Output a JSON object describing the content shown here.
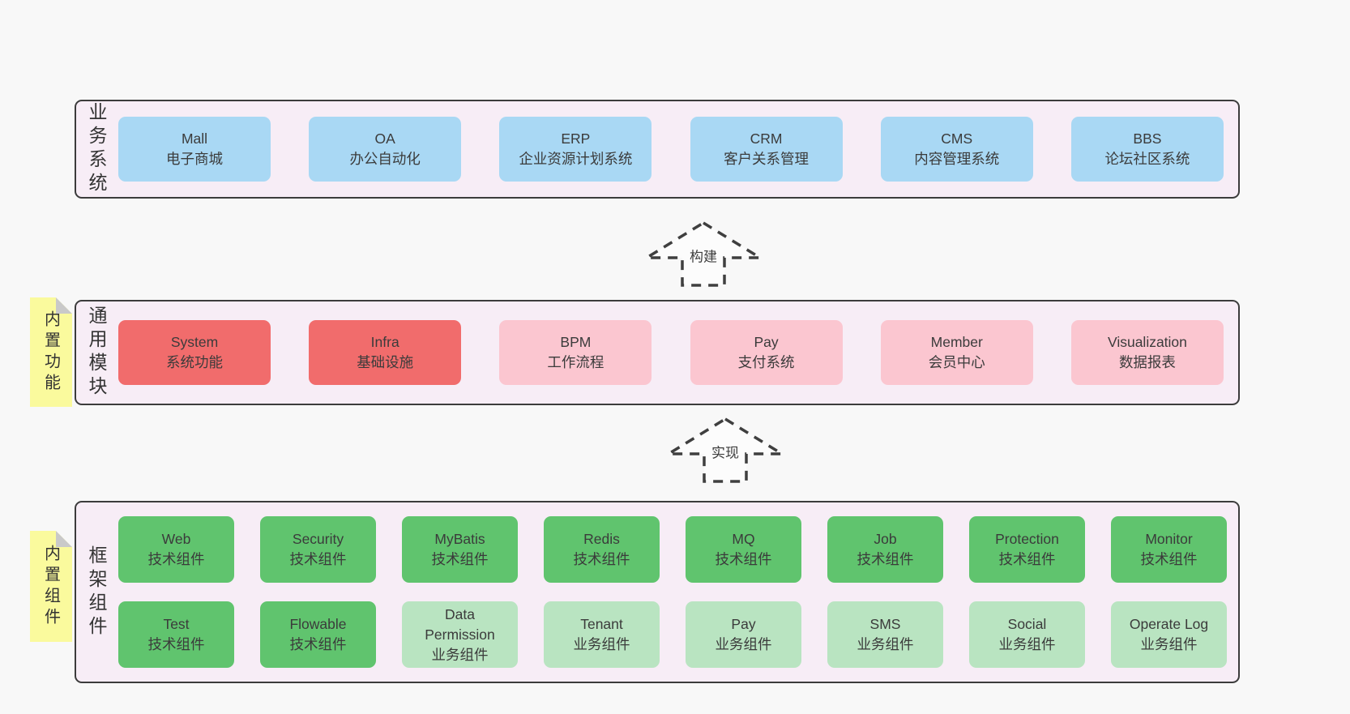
{
  "colors": {
    "page_background": "#f8f8f8",
    "band_background": "#f7edf6",
    "band_border": "#3c3c3c",
    "blue_box": "#a9d8f4",
    "red_box": "#f16c6c",
    "pink_box": "#fbc6d0",
    "green_dark_box": "#60c46e",
    "green_light_box": "#b9e4c1",
    "sticky_note": "#fafa9d",
    "sticky_fold": "#c9c9c9",
    "text": "#3b3b3b"
  },
  "arrows": [
    {
      "label": "构建"
    },
    {
      "label": "实现"
    }
  ],
  "stickies": [
    {
      "label": "内置功能"
    },
    {
      "label": "内置组件"
    }
  ],
  "bands": [
    {
      "label": "业务系统",
      "items": [
        {
          "name": "Mall",
          "subtitle": "电子商城",
          "variant": "blue"
        },
        {
          "name": "OA",
          "subtitle": "办公自动化",
          "variant": "blue"
        },
        {
          "name": "ERP",
          "subtitle": "企业资源计划系统",
          "variant": "blue"
        },
        {
          "name": "CRM",
          "subtitle": "客户关系管理",
          "variant": "blue"
        },
        {
          "name": "CMS",
          "subtitle": "内容管理系统",
          "variant": "blue"
        },
        {
          "name": "BBS",
          "subtitle": "论坛社区系统",
          "variant": "blue"
        }
      ]
    },
    {
      "label": "通用模块",
      "items": [
        {
          "name": "System",
          "subtitle": "系统功能",
          "variant": "red"
        },
        {
          "name": "Infra",
          "subtitle": "基础设施",
          "variant": "red"
        },
        {
          "name": "BPM",
          "subtitle": "工作流程",
          "variant": "pink"
        },
        {
          "name": "Pay",
          "subtitle": "支付系统",
          "variant": "pink"
        },
        {
          "name": "Member",
          "subtitle": "会员中心",
          "variant": "pink"
        },
        {
          "name": "Visualization",
          "subtitle": "数据报表",
          "variant": "pink"
        }
      ]
    },
    {
      "label": "框架组件",
      "rows": [
        [
          {
            "name": "Web",
            "subtitle": "技术组件",
            "variant": "green-dark"
          },
          {
            "name": "Security",
            "subtitle": "技术组件",
            "variant": "green-dark"
          },
          {
            "name": "MyBatis",
            "subtitle": "技术组件",
            "variant": "green-dark"
          },
          {
            "name": "Redis",
            "subtitle": "技术组件",
            "variant": "green-dark"
          },
          {
            "name": "MQ",
            "subtitle": "技术组件",
            "variant": "green-dark"
          },
          {
            "name": "Job",
            "subtitle": "技术组件",
            "variant": "green-dark"
          },
          {
            "name": "Protection",
            "subtitle": "技术组件",
            "variant": "green-dark"
          },
          {
            "name": "Monitor",
            "subtitle": "技术组件",
            "variant": "green-dark"
          }
        ],
        [
          {
            "name": "Test",
            "subtitle": "技术组件",
            "variant": "green-dark"
          },
          {
            "name": "Flowable",
            "subtitle": "技术组件",
            "variant": "green-dark"
          },
          {
            "name": "Data\nPermission",
            "subtitle": "业务组件",
            "variant": "green-light"
          },
          {
            "name": "Tenant",
            "subtitle": "业务组件",
            "variant": "green-light"
          },
          {
            "name": "Pay",
            "subtitle": "业务组件",
            "variant": "green-light"
          },
          {
            "name": "SMS",
            "subtitle": "业务组件",
            "variant": "green-light"
          },
          {
            "name": "Social",
            "subtitle": "业务组件",
            "variant": "green-light"
          },
          {
            "name": "Operate Log",
            "subtitle": "业务组件",
            "variant": "green-light"
          }
        ]
      ]
    }
  ]
}
